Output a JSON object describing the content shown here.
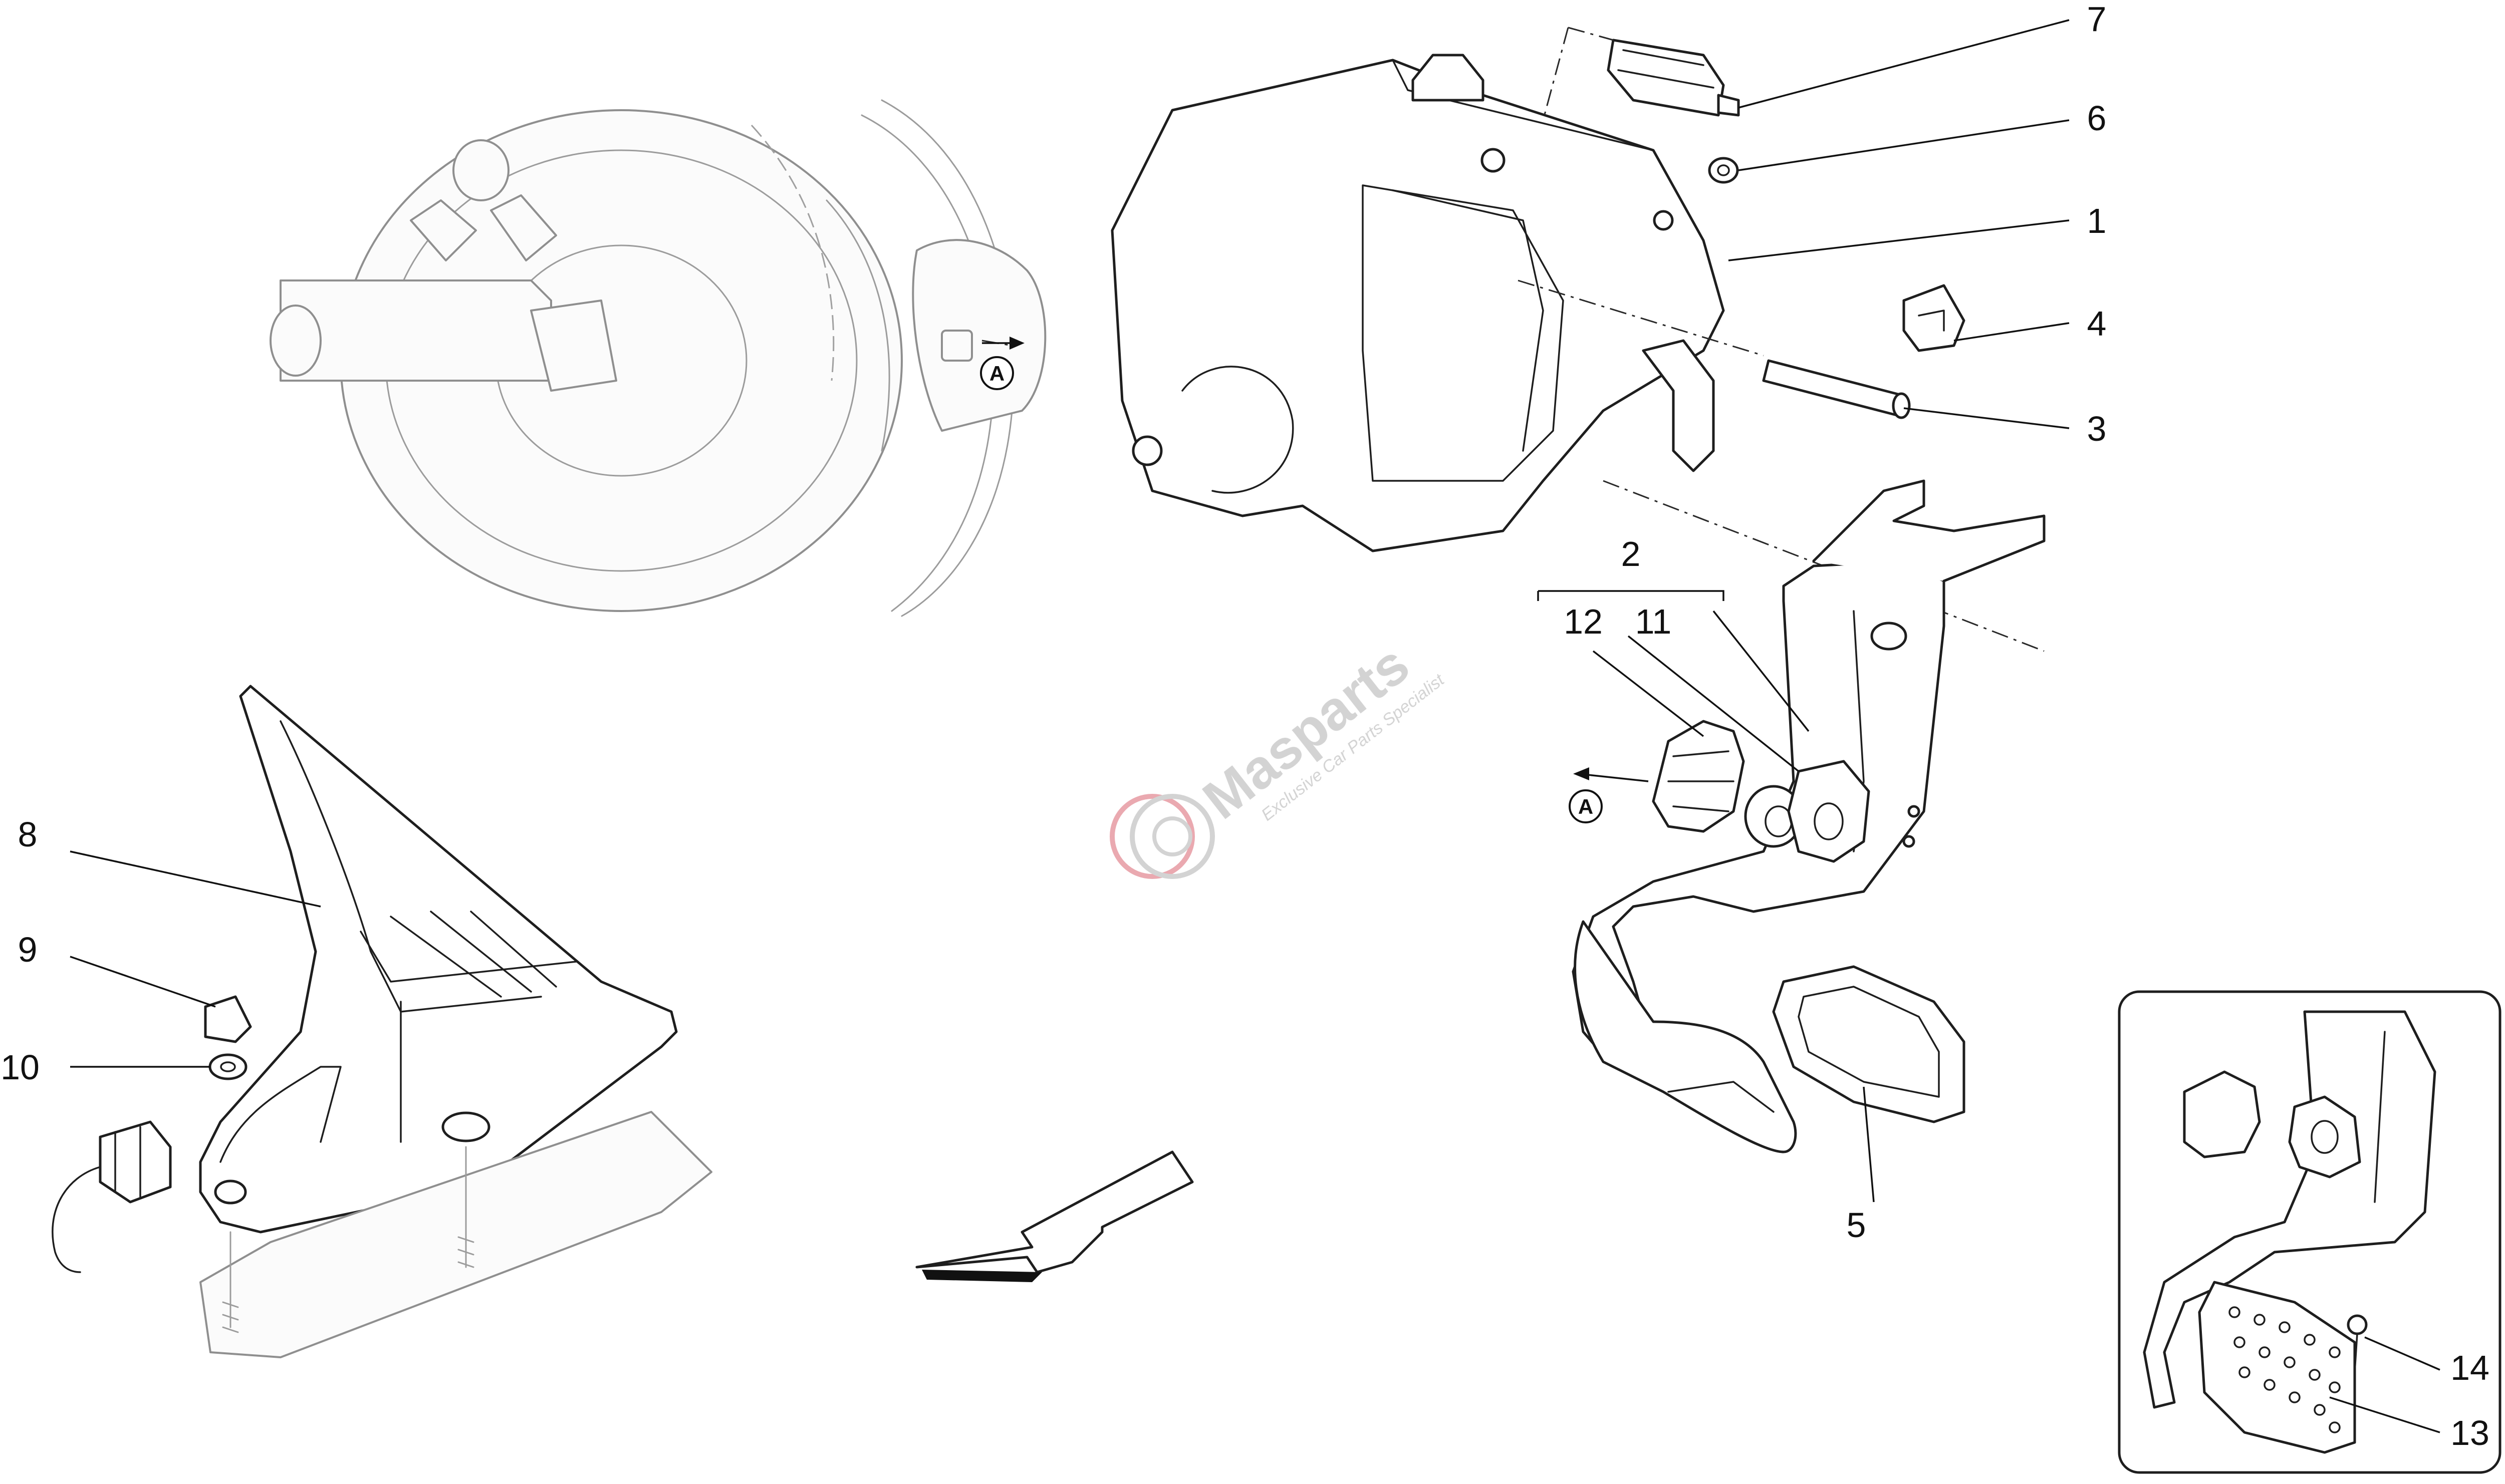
{
  "callouts": {
    "p1": "1",
    "p2": "2",
    "p3": "3",
    "p4": "4",
    "p5": "5",
    "p6": "6",
    "p7": "7",
    "p8": "8",
    "p9": "9",
    "p10": "10",
    "p11": "11",
    "p12": "12",
    "p13": "13",
    "p14": "14"
  },
  "reference_marks": {
    "a1": "A",
    "a2": "A"
  },
  "watermark": {
    "name": "Masparts",
    "tagline": "Exclusive Car Parts Specialist"
  },
  "colors": {
    "ink": "#1e1e1e",
    "faint": "#9c9c9c",
    "watermark": "#cfcfcf",
    "logo_red": "#e8a0a8"
  },
  "icons": [
    "direction-arrow-icon",
    "masparts-logo-icon"
  ]
}
